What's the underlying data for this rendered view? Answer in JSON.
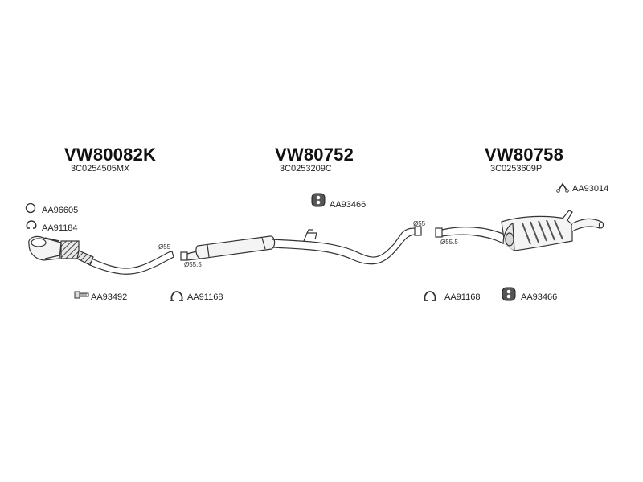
{
  "sections": [
    {
      "part_number": "VW80082K",
      "oem_number": "3C0254505MX"
    },
    {
      "part_number": "VW80752",
      "oem_number": "3C0253209C"
    },
    {
      "part_number": "VW80758",
      "oem_number": "3C0253609P"
    }
  ],
  "accessories": {
    "ring_gasket": "AA96605",
    "clamp_front": "AA91184",
    "bolt_front": "AA93492",
    "clamp_mid_left": "AA91168",
    "rubber_mount_mid": "AA93466",
    "hanger_rear": "AA93014",
    "clamp_mid_right": "AA91168",
    "rubber_mount_rear": "AA93466"
  },
  "dimensions": {
    "front_pipe_end": "Ø55",
    "mid_inlet": "Ø55.5",
    "mid_outlet": "Ø55",
    "rear_inlet": "Ø55.5"
  },
  "colors": {
    "line": "#333333",
    "fill_light": "#f2f2f2",
    "fill_dark": "#555555"
  },
  "icons": [
    "ring-icon",
    "clamp-icon",
    "bolt-icon",
    "rubber-mount-icon",
    "hanger-icon"
  ]
}
